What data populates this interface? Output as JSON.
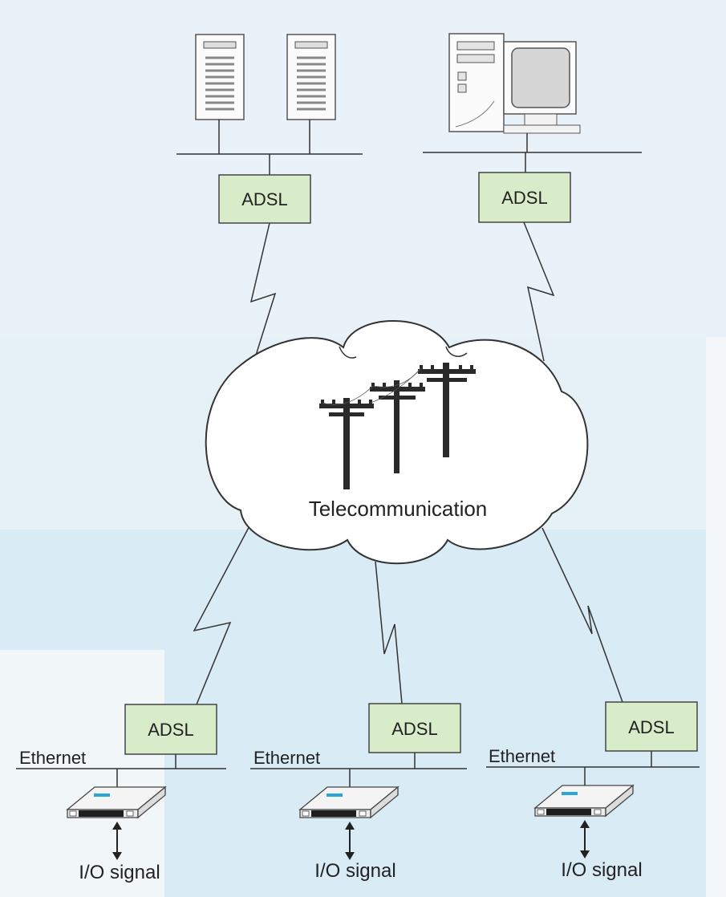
{
  "top_left": {
    "adsl_label": "ADSL"
  },
  "top_right": {
    "adsl_label": "ADSL"
  },
  "cloud": {
    "label": "Telecommunication"
  },
  "sites": [
    {
      "adsl_label": "ADSL",
      "network_label": "Ethernet",
      "io_label": "I/O signal"
    },
    {
      "adsl_label": "ADSL",
      "network_label": "Ethernet",
      "io_label": "I/O signal"
    },
    {
      "adsl_label": "ADSL",
      "network_label": "Ethernet",
      "io_label": "I/O signal"
    }
  ],
  "colors": {
    "adsl_box": "#d8ecc9",
    "line": "#333333",
    "device_accent": "#2aa6d6"
  },
  "icons": [
    "server-icon",
    "desktop-computer-icon",
    "telephone-pole-icon",
    "io-module-icon",
    "double-arrow-icon"
  ]
}
